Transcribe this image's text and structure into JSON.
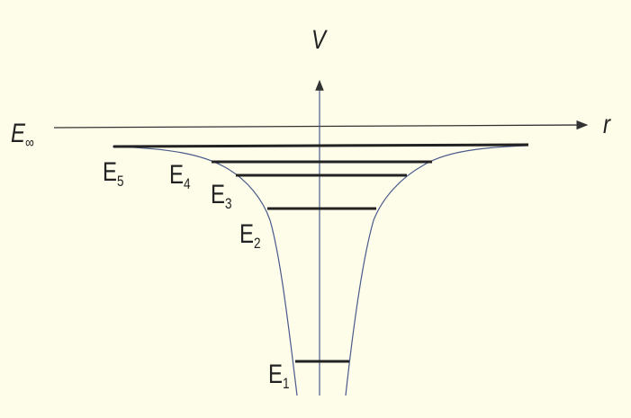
{
  "axes": {
    "y_label": "V",
    "x_label": "r",
    "reference_label": "E",
    "reference_sub": "∞"
  },
  "levels": [
    {
      "label": "E",
      "sub": "1"
    },
    {
      "label": "E",
      "sub": "2"
    },
    {
      "label": "E",
      "sub": "3"
    },
    {
      "label": "E",
      "sub": "4"
    },
    {
      "label": "E",
      "sub": "5"
    }
  ],
  "colors": {
    "background": "#fdfde9",
    "axis": "#333333",
    "curve": "#4a5a8a",
    "level": "#222222"
  }
}
